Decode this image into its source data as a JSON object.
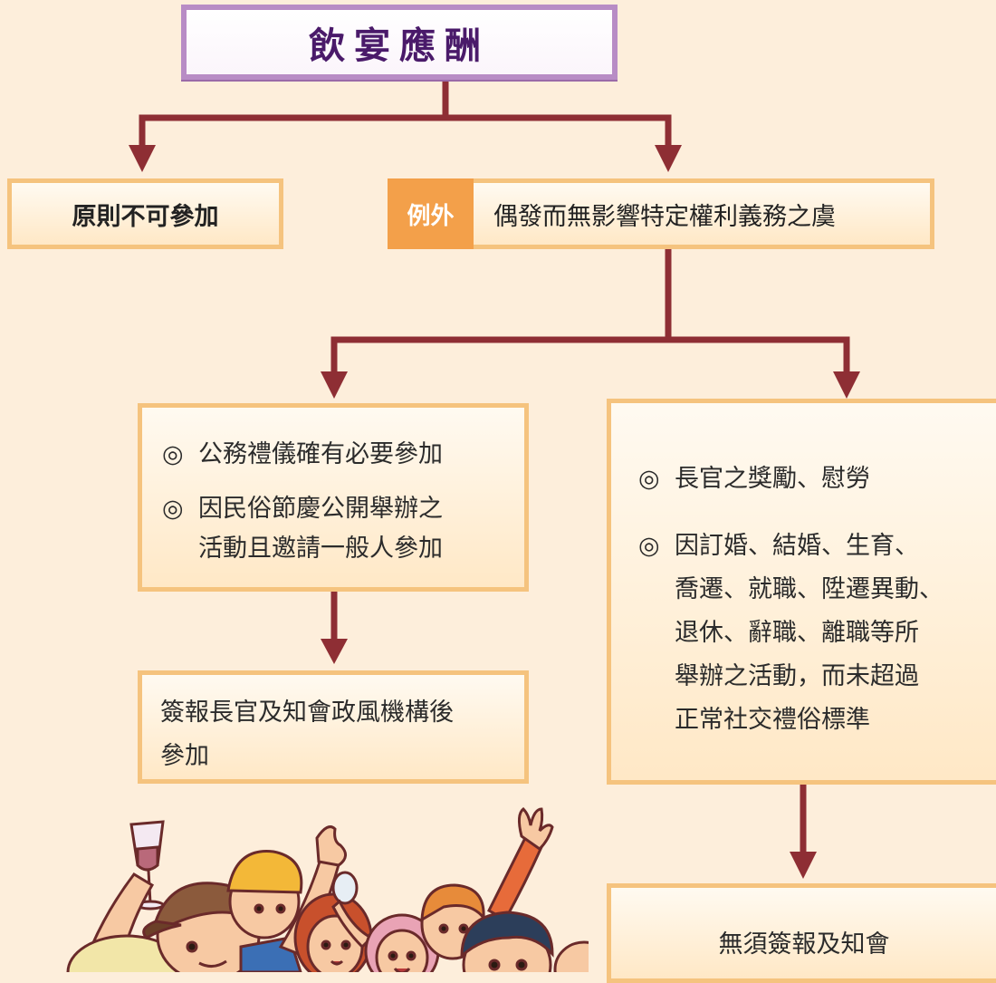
{
  "title": "飲宴應酬",
  "rule_box": {
    "text": "原則不可參加"
  },
  "exception_box": {
    "tag": "例外",
    "text": "偶發而無影響特定權利義務之虞"
  },
  "left_case": {
    "items": [
      {
        "mark": "◎",
        "text": "公務禮儀確有必要參加"
      },
      {
        "mark": "◎",
        "text": "因民俗節慶公開舉辦之\n活動且邀請一般人參加"
      }
    ]
  },
  "left_result": {
    "text": "簽報長官及知會政風機構後\n參加"
  },
  "right_case": {
    "items": [
      {
        "mark": "◎",
        "text": "長官之獎勵、慰勞"
      },
      {
        "mark": "◎",
        "text": "因訂婚、結婚、生育、\n喬遷、就職、陞遷異動、\n退休、辭職、離職等所\n舉辦之活動，而未超過\n正常社交禮俗標準"
      }
    ]
  },
  "right_result": {
    "text": "無須簽報及知會"
  },
  "colors": {
    "background": "#fdeedb",
    "line": "#8e2e34",
    "box_border": "#f5c37e",
    "title_border": "#b88cc5",
    "tag": "#f3a04a"
  }
}
